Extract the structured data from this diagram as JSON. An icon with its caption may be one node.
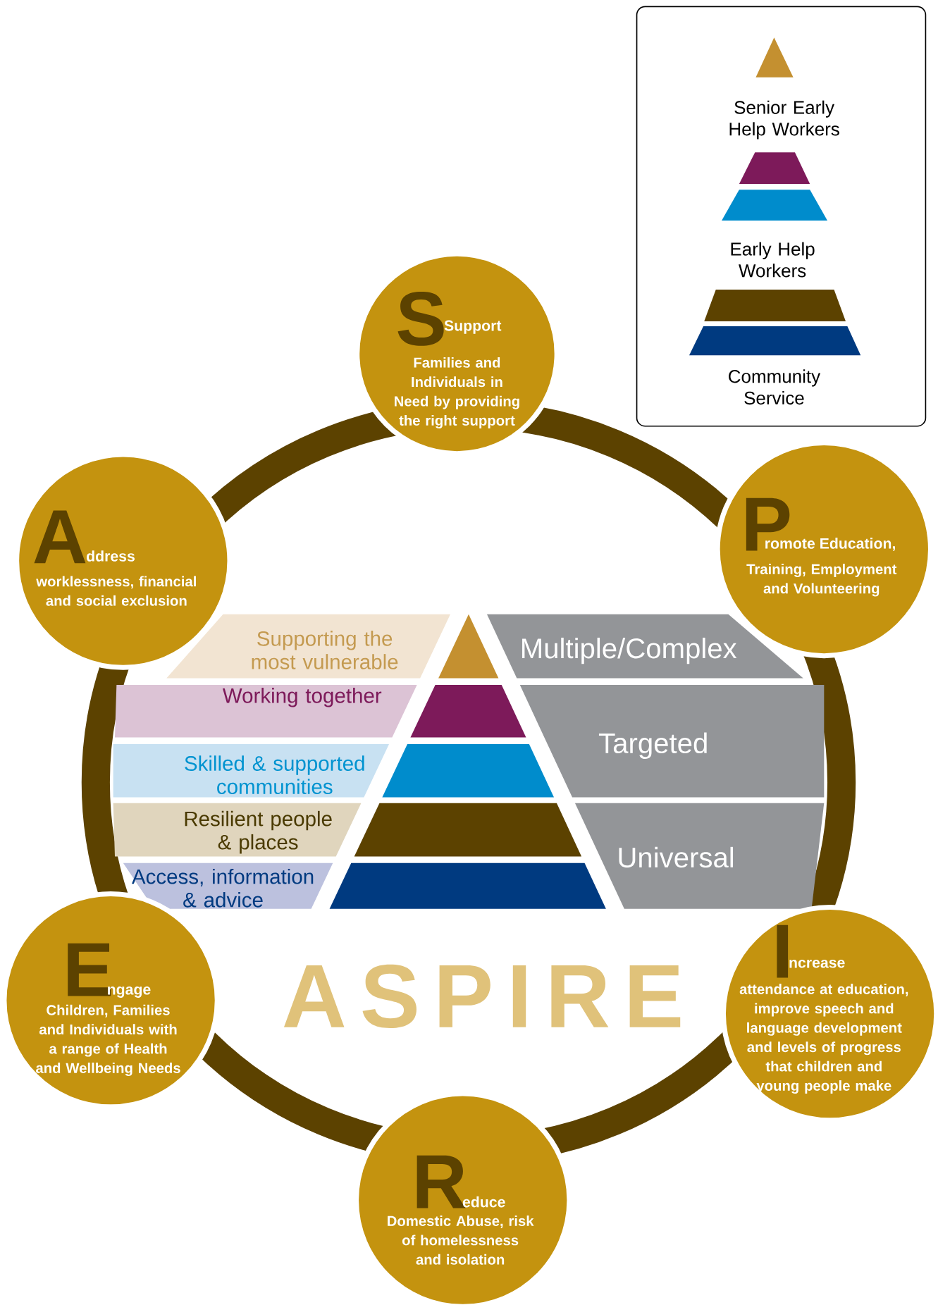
{
  "diagram": {
    "nodes": [
      {
        "text": [
          "S",
          "Support",
          "Families and Individuals in Need by providing the right support"
        ]
      },
      {
        "text": [
          "P",
          "romote Education,",
          "Training, Employment and Volunteering"
        ]
      },
      {
        "text": [
          "A",
          "ddress",
          "worklessness, financial and social exclusion"
        ]
      },
      {
        "text": [
          "Supporting the most vulnerable"
        ]
      },
      {
        "text": [
          "Working together"
        ]
      },
      {
        "text": [
          "Skilled & supported communities"
        ]
      },
      {
        "text": [
          "Resilient people & places"
        ]
      },
      {
        "text": [
          "Access, information & advice"
        ]
      },
      {
        "text": [],
        "shape": "triangle"
      },
      {
        "text": [],
        "shape": "trapezoid"
      },
      {
        "text": [],
        "shape": "trapezoid"
      },
      {
        "text": [],
        "shape": "trapezoid"
      },
      {
        "text": [],
        "shape": "trapezoid"
      },
      {
        "text": [
          "Multiple/Complex"
        ]
      },
      {
        "text": [
          "Targeted"
        ]
      },
      {
        "text": [
          "Universal"
        ]
      },
      {
        "text": [
          "E",
          "ngage",
          "Children, Families and Individuals with a range of Health and Wellbeing Needs"
        ]
      },
      {
        "text": [
          "I",
          "ncrease",
          "attendance at education, improve speech and language development and levels of progress that children and young people make"
        ]
      },
      {
        "text": [
          "R",
          "educe",
          "Domestic Abuse, risk of homelessness and isolation"
        ]
      }
    ],
    "labels": [
      "ASPIRE"
    ],
    "legend": [
      {
        "text": "Senior Early Help Workers"
      },
      {
        "text": "Early Help Workers"
      },
      {
        "text": "Community Service"
      }
    ]
  }
}
